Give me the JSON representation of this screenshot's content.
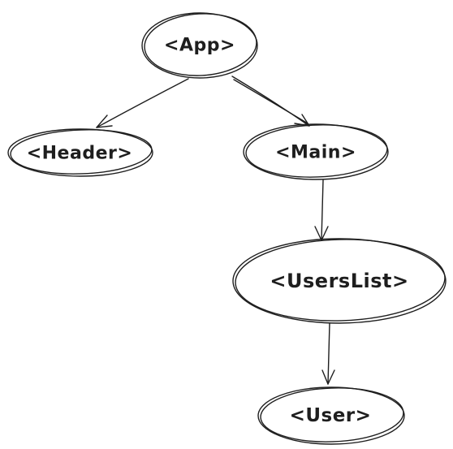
{
  "diagram": {
    "nodes": {
      "app": {
        "label": "<App>"
      },
      "header": {
        "label": "<Header>"
      },
      "main": {
        "label": "<Main>"
      },
      "users_list": {
        "label": "<UsersList>"
      },
      "user": {
        "label": "<User>"
      }
    },
    "edges": [
      {
        "from": "app",
        "to": "header"
      },
      {
        "from": "app",
        "to": "main"
      },
      {
        "from": "main",
        "to": "users_list"
      },
      {
        "from": "users_list",
        "to": "user"
      }
    ],
    "colors": {
      "stroke": "#1e1e1e",
      "background": "#ffffff"
    }
  }
}
